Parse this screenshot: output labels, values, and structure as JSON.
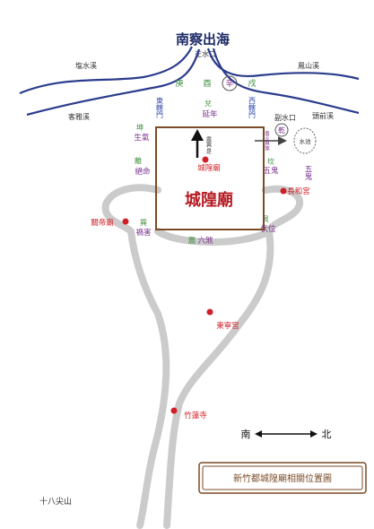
{
  "title": "南察出海",
  "rivers": {
    "left": "塩水溪",
    "left_lower": "客雅溪",
    "right": "鳳山溪",
    "right_lower": "頭前溪"
  },
  "water_mouths": {
    "main": "正水口",
    "secondary": "副水口",
    "pool": "水池"
  },
  "compass_top": {
    "geng": "庚",
    "you": "酉",
    "xin": "辛",
    "xu": "戌"
  },
  "gates": {
    "east": "東轄門",
    "west": "西轄門"
  },
  "feng_shui": {
    "dui": "兌",
    "yannian": "延年",
    "kun": "坤",
    "shengqi": "生氣",
    "li": "離",
    "jueming": "絕命",
    "xun": "巽",
    "huohai": "禍害",
    "kan": "坎",
    "wugui": "五鬼",
    "wugui_side": "五鬼",
    "qian": "乾",
    "gen": "艮",
    "fuwei": "伏位",
    "zhen": "震",
    "liusha": "六煞"
  },
  "lone_blue": "坤",
  "small_arrow_text": "香火與煞",
  "small_up_label": "震巽 是",
  "temple_main": "城隍廟",
  "temple_point": "城隍廟",
  "places": {
    "changhe": "長和宮",
    "guandi": "關帝廟",
    "dongning": "東寧宮",
    "zhulian": "竹蓮寺"
  },
  "mountain": "十八尖山",
  "direction": {
    "south": "南",
    "north": "北"
  },
  "caption": "新竹都城隍廟相關位置圖",
  "colors": {
    "river": "#2b3c8c",
    "body": "#c9c9c9",
    "box": "#7a4b27",
    "red": "#d11f26",
    "purple": "#7a2e8c",
    "green": "#3f8f3f",
    "gate_blue": "#3a4fb0"
  }
}
